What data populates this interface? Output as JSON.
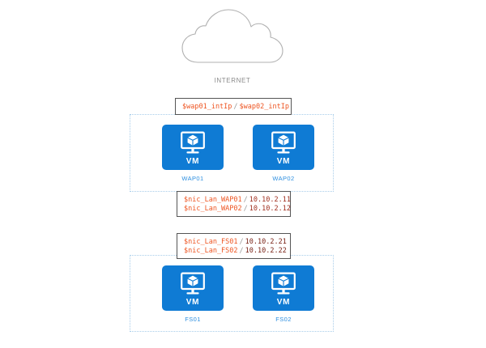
{
  "diagram": {
    "internet": {
      "icon": "cloud-icon",
      "label": "INTERNET"
    },
    "callouts": [
      {
        "id": "wap-external-ip",
        "lines": [
          {
            "var": "$wap01_intIp",
            "sep": "/",
            "value": "$wap02_intIp",
            "value_style": "var"
          }
        ]
      },
      {
        "id": "wap-lan-nics",
        "lines": [
          {
            "var": "$nic_Lan_WAP01",
            "sep": "/",
            "value": "10.10.2.11",
            "value_style": "ip"
          },
          {
            "var": "$nic_Lan_WAP02",
            "sep": "/",
            "value": "10.10.2.12",
            "value_style": "ip"
          }
        ]
      },
      {
        "id": "fs-lan-nics",
        "lines": [
          {
            "var": "$nic_Lan_FS01",
            "sep": "/",
            "value": "10.10.2.21",
            "value_style": "ip-dark"
          },
          {
            "var": "$nic_Lan_FS02",
            "sep": "/",
            "value": "10.10.2.22",
            "value_style": "ip-dark"
          }
        ]
      }
    ],
    "subnets": [
      {
        "id": "wap-subnet",
        "label": ""
      },
      {
        "id": "fs-subnet",
        "label": ""
      }
    ],
    "nodes": [
      {
        "id": "wap01",
        "tile_text": "VM",
        "caption": "WAP01",
        "icon": "virtual-machine-icon"
      },
      {
        "id": "wap02",
        "tile_text": "VM",
        "caption": "WAP02",
        "icon": "virtual-machine-icon"
      },
      {
        "id": "fs01",
        "tile_text": "VM",
        "caption": "FS01",
        "icon": "virtual-machine-icon"
      },
      {
        "id": "fs02",
        "tile_text": "VM",
        "caption": "FS02",
        "icon": "virtual-machine-icon"
      }
    ],
    "colors": {
      "vm_tile": "#0f7bd4",
      "caption": "#2e8fe0",
      "subnet_border": "#a8cdea",
      "callout_border": "#555555",
      "variable_text": "#ee5522",
      "ip_text": "#a03020",
      "cloud_stroke": "#b0b0b0",
      "internet_label": "#8a8a8a"
    }
  }
}
